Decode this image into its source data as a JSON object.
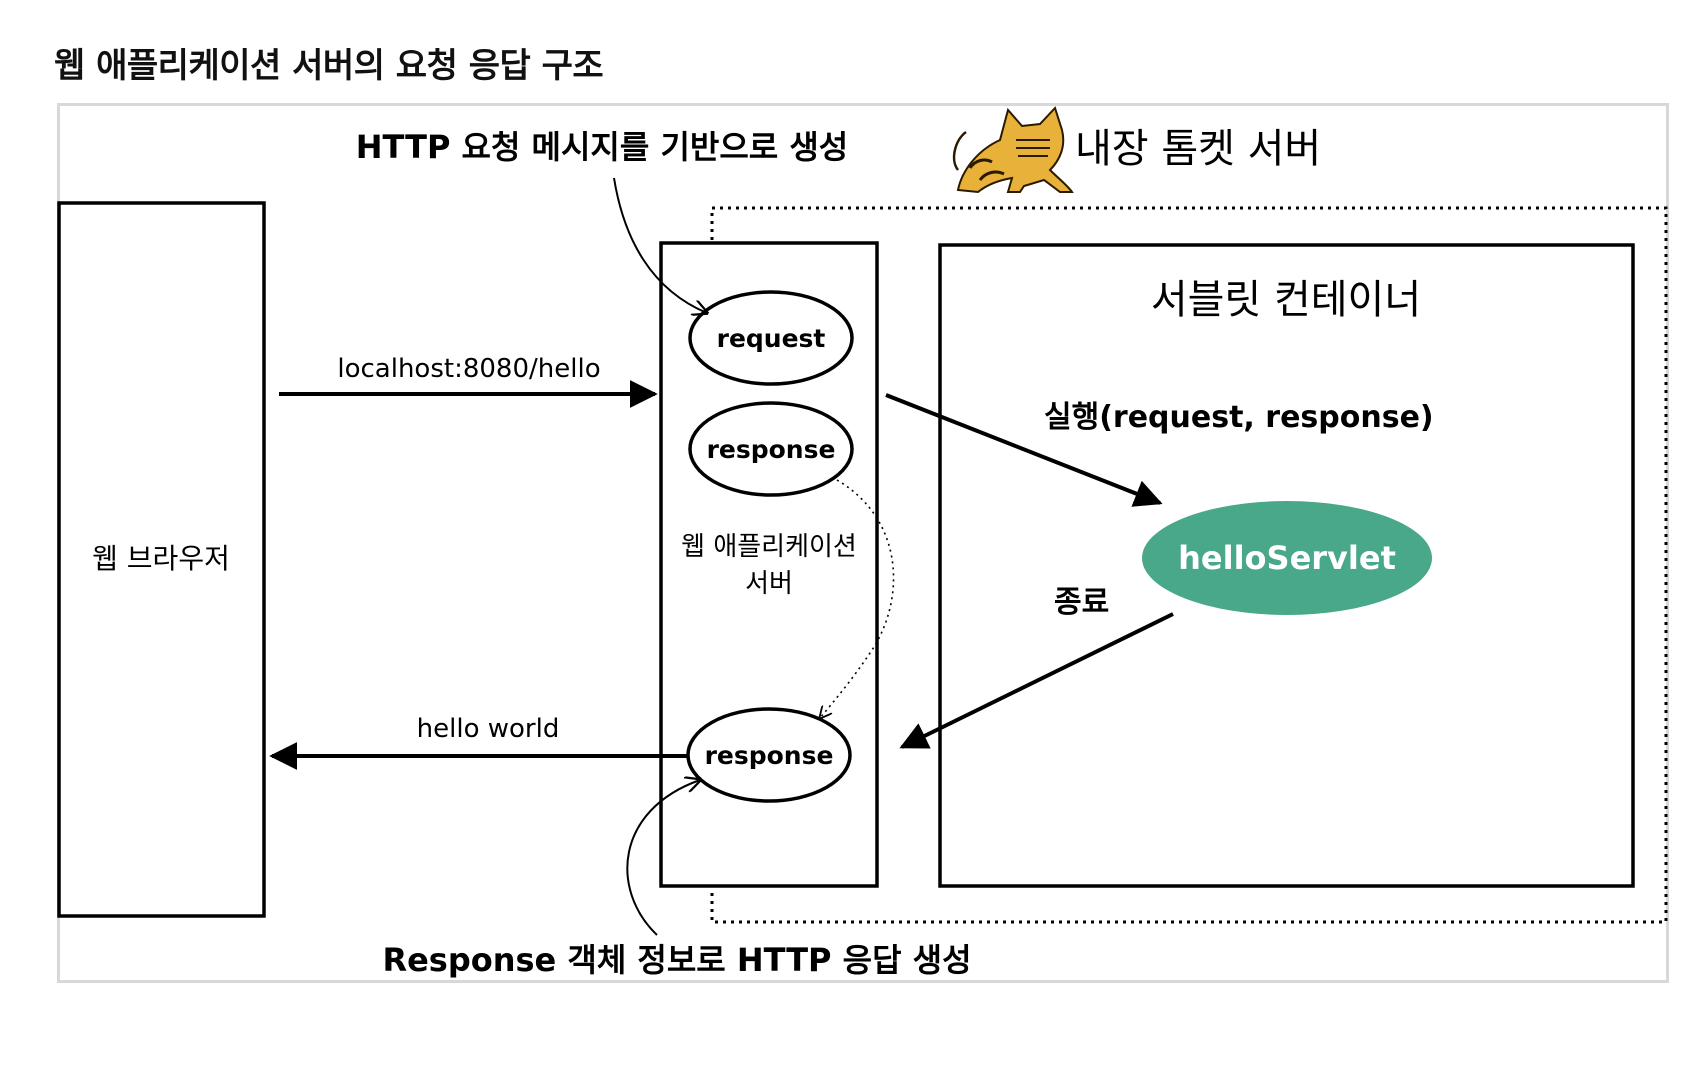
{
  "page": {
    "heading": "웹 애플리케이션 서버의 요청 응답 구조"
  },
  "diagram": {
    "browser_label": "웹 브라우저",
    "request_url": "localhost:8080/hello",
    "response_body": "hello world",
    "top_annotation": "HTTP 요청 메시지를 기반으로 생성",
    "bottom_annotation": "Response 객체 정보로 HTTP 응답 생성",
    "tomcat": {
      "label": "내장 톰켓 서버",
      "icon": "tomcat-cat-icon"
    },
    "was": {
      "label_line1": "웹 애플리케이션",
      "label_line2": "서버",
      "request_obj": "request",
      "response_obj": "response",
      "response_out": "response"
    },
    "container": {
      "title": "서블릿 컨테이너",
      "execute_label": "실행(request, response)",
      "end_label": "종료",
      "servlet_name": "helloServlet"
    },
    "colors": {
      "servlet_fill": "#4aa88a",
      "frame": "#d8d8d8",
      "tomcat_yellow": "#e8b23a"
    }
  }
}
